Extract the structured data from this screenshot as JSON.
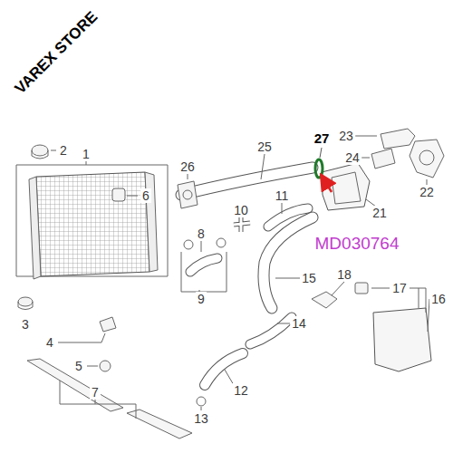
{
  "diagram": {
    "labels": [
      "VAREX STORE",
      "27",
      "23",
      "25",
      "2",
      "1",
      "24",
      "26",
      "6",
      "11",
      "22",
      "10",
      "21",
      "8",
      "MD030764",
      "18",
      "15",
      "17",
      "16",
      "9",
      "3",
      "14",
      "4",
      "5",
      "7",
      "12",
      "13"
    ]
  }
}
